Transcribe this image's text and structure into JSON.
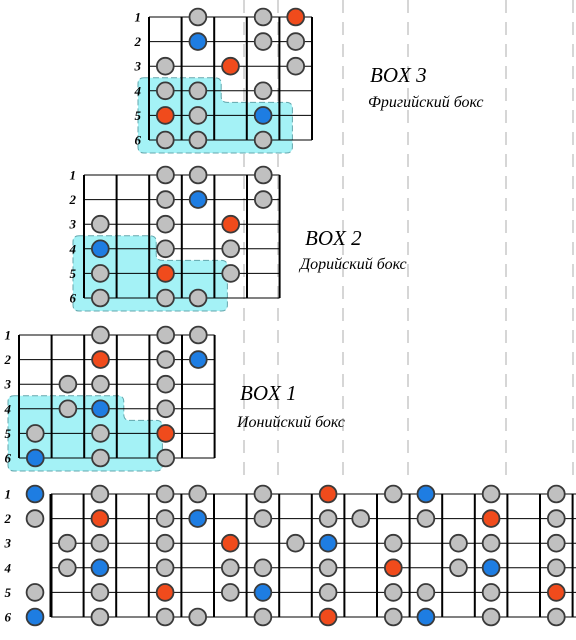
{
  "colors": {
    "grey_note": "#c0c0c0",
    "root_blue": "#1e7de2",
    "red_note": "#f04b1c",
    "box_fill": "#a4f2f6",
    "box_stroke": "#63a7ad",
    "dashed_line": "#c8c8c8"
  },
  "icons": {
    "grey": "grey-note-dot",
    "blue": "blue-root-note-dot",
    "red": "red-note-dot"
  },
  "string_numbers": [
    "1",
    "2",
    "3",
    "4",
    "5",
    "6"
  ],
  "boxes": [
    {
      "title": "BOX 3",
      "subtitle": "Фригийский бокс",
      "fret_start": 3,
      "fret_count": 5,
      "notes": [
        [
          1,
          4,
          "g"
        ],
        [
          1,
          6,
          "g"
        ],
        [
          1,
          7,
          "r"
        ],
        [
          2,
          4,
          "b"
        ],
        [
          2,
          6,
          "g"
        ],
        [
          2,
          7,
          "g"
        ],
        [
          3,
          3,
          "g"
        ],
        [
          3,
          5,
          "r"
        ],
        [
          3,
          7,
          "g"
        ],
        [
          4,
          3,
          "g"
        ],
        [
          4,
          4,
          "g"
        ],
        [
          4,
          6,
          "g"
        ],
        [
          5,
          3,
          "r"
        ],
        [
          5,
          4,
          "g"
        ],
        [
          5,
          6,
          "b"
        ],
        [
          6,
          3,
          "g"
        ],
        [
          6,
          4,
          "g"
        ],
        [
          6,
          6,
          "g"
        ]
      ]
    },
    {
      "title": "BOX 2",
      "subtitle": "Дорийский бокс",
      "fret_start": 1,
      "fret_count": 6,
      "notes": [
        [
          1,
          3,
          "g"
        ],
        [
          1,
          4,
          "g"
        ],
        [
          1,
          6,
          "g"
        ],
        [
          2,
          3,
          "g"
        ],
        [
          2,
          4,
          "b"
        ],
        [
          2,
          6,
          "g"
        ],
        [
          3,
          1,
          "g"
        ],
        [
          3,
          3,
          "g"
        ],
        [
          3,
          5,
          "r"
        ],
        [
          4,
          1,
          "b"
        ],
        [
          4,
          3,
          "g"
        ],
        [
          4,
          5,
          "g"
        ],
        [
          5,
          1,
          "g"
        ],
        [
          5,
          3,
          "r"
        ],
        [
          5,
          5,
          "g"
        ],
        [
          6,
          1,
          "g"
        ],
        [
          6,
          3,
          "g"
        ],
        [
          6,
          4,
          "g"
        ]
      ]
    },
    {
      "title": "BOX 1",
      "subtitle": "Ионийский бокс",
      "fret_start": 1,
      "fret_count": 6,
      "notes": [
        [
          1,
          3,
          "g"
        ],
        [
          1,
          5,
          "g"
        ],
        [
          1,
          6,
          "g"
        ],
        [
          2,
          3,
          "r"
        ],
        [
          2,
          5,
          "g"
        ],
        [
          2,
          6,
          "b"
        ],
        [
          3,
          2,
          "g"
        ],
        [
          3,
          3,
          "g"
        ],
        [
          3,
          5,
          "g"
        ],
        [
          4,
          2,
          "g"
        ],
        [
          4,
          3,
          "b"
        ],
        [
          4,
          5,
          "g"
        ],
        [
          5,
          1,
          "g"
        ],
        [
          5,
          3,
          "g"
        ],
        [
          5,
          5,
          "r"
        ],
        [
          6,
          1,
          "b"
        ],
        [
          6,
          3,
          "g"
        ],
        [
          6,
          5,
          "g"
        ]
      ]
    }
  ],
  "full_fretboard": {
    "notes": [
      [
        1,
        0,
        "b"
      ],
      [
        1,
        2,
        "g"
      ],
      [
        1,
        4,
        "g"
      ],
      [
        1,
        5,
        "g"
      ],
      [
        1,
        7,
        "g"
      ],
      [
        1,
        9,
        "r"
      ],
      [
        1,
        11,
        "g"
      ],
      [
        1,
        12,
        "b"
      ],
      [
        1,
        14,
        "g"
      ],
      [
        1,
        16,
        "g"
      ],
      [
        2,
        0,
        "g"
      ],
      [
        2,
        2,
        "r"
      ],
      [
        2,
        4,
        "g"
      ],
      [
        2,
        5,
        "b"
      ],
      [
        2,
        7,
        "g"
      ],
      [
        2,
        9,
        "g"
      ],
      [
        2,
        10,
        "g"
      ],
      [
        2,
        12,
        "g"
      ],
      [
        2,
        14,
        "r"
      ],
      [
        2,
        16,
        "g"
      ],
      [
        3,
        1,
        "g"
      ],
      [
        3,
        2,
        "g"
      ],
      [
        3,
        4,
        "g"
      ],
      [
        3,
        6,
        "r"
      ],
      [
        3,
        8,
        "g"
      ],
      [
        3,
        9,
        "b"
      ],
      [
        3,
        11,
        "g"
      ],
      [
        3,
        13,
        "g"
      ],
      [
        3,
        14,
        "g"
      ],
      [
        3,
        16,
        "g"
      ],
      [
        4,
        1,
        "g"
      ],
      [
        4,
        2,
        "b"
      ],
      [
        4,
        4,
        "g"
      ],
      [
        4,
        6,
        "g"
      ],
      [
        4,
        7,
        "g"
      ],
      [
        4,
        9,
        "g"
      ],
      [
        4,
        11,
        "r"
      ],
      [
        4,
        13,
        "g"
      ],
      [
        4,
        14,
        "b"
      ],
      [
        4,
        16,
        "g"
      ],
      [
        5,
        0,
        "g"
      ],
      [
        5,
        2,
        "g"
      ],
      [
        5,
        4,
        "r"
      ],
      [
        5,
        6,
        "g"
      ],
      [
        5,
        7,
        "b"
      ],
      [
        5,
        9,
        "g"
      ],
      [
        5,
        11,
        "g"
      ],
      [
        5,
        12,
        "g"
      ],
      [
        5,
        14,
        "g"
      ],
      [
        5,
        16,
        "r"
      ],
      [
        6,
        0,
        "b"
      ],
      [
        6,
        2,
        "g"
      ],
      [
        6,
        4,
        "g"
      ],
      [
        6,
        5,
        "g"
      ],
      [
        6,
        7,
        "g"
      ],
      [
        6,
        9,
        "r"
      ],
      [
        6,
        11,
        "g"
      ],
      [
        6,
        12,
        "b"
      ],
      [
        6,
        14,
        "g"
      ],
      [
        6,
        16,
        "g"
      ]
    ]
  }
}
